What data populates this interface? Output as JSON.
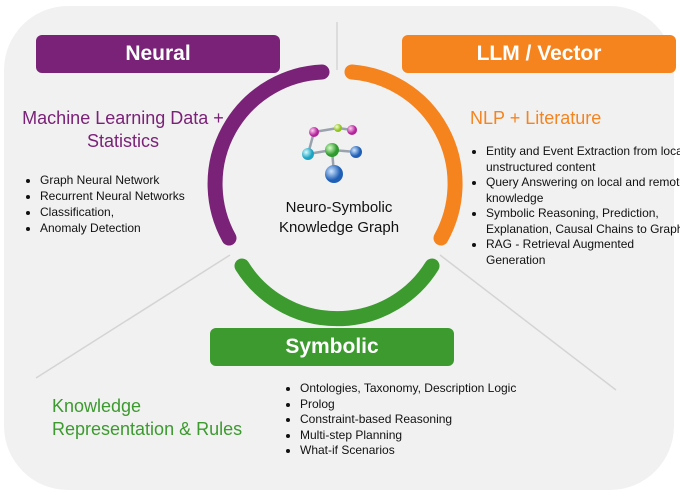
{
  "colors": {
    "neural": "#7a2277",
    "llm": "#f5841f",
    "symbolic": "#3c9a2f",
    "background": "#f1f1f1"
  },
  "neural": {
    "title": "Neural",
    "heading": "Machine Learning Data + Statistics",
    "items": [
      "Graph Neural Network",
      "Recurrent Neural Networks",
      "Classification,",
      "Anomaly Detection"
    ]
  },
  "llm": {
    "title": "LLM / Vector",
    "heading": "NLP + Literature",
    "items": [
      "Entity and Event Extraction from local unstructured content",
      "Query Answering  on local and remote knowledge",
      "Symbolic Reasoning, Prediction, Explanation, Causal Chains to Graph",
      "RAG - Retrieval Augmented Generation"
    ]
  },
  "symbolic": {
    "title": "Symbolic",
    "heading": "Knowledge Representation & Rules",
    "items": [
      "Ontologies, Taxonomy, Description Logic",
      "Prolog",
      "Constraint-based Reasoning",
      "Multi-step Planning",
      "What-if Scenarios"
    ]
  },
  "center": {
    "label": "Neuro-Symbolic Knowledge Graph",
    "icon": "molecule-icon"
  }
}
